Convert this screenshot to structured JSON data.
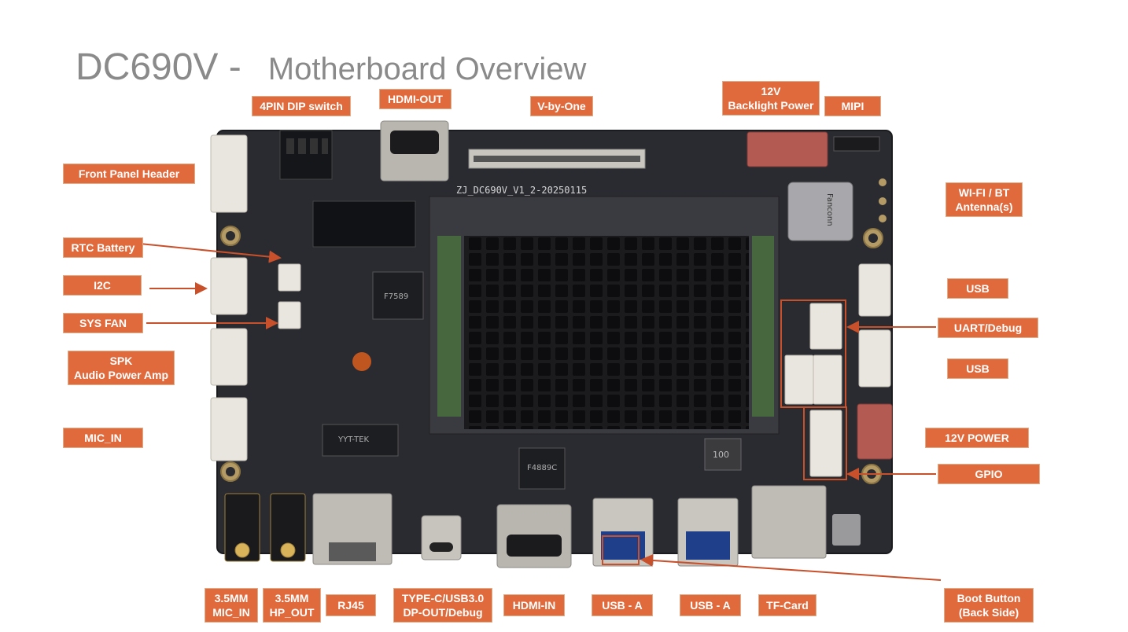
{
  "title": {
    "main": "DC690V -",
    "sub": "Motherboard Overview"
  },
  "board": {
    "silk_model": "ZJ_DC690V_V1_2-20250115",
    "chip1": "F7589",
    "chip2": "F4889C",
    "net_chip": "YYT-TEK",
    "wifi_module": "Fanconn",
    "inductor": "100"
  },
  "labels": {
    "dip_switch": "4PIN DIP switch",
    "hdmi_out": "HDMI-OUT",
    "vbyone": "V-by-One",
    "backlight_l1": "12V",
    "backlight_l2": "Backlight Power",
    "mipi": "MIPI",
    "front_panel": "Front Panel Header",
    "wifi_l1": "WI-FI / BT",
    "wifi_l2": "Antenna(s)",
    "rtc": "RTC Battery",
    "i2c": "I2C",
    "usb_top": "USB",
    "sys_fan": "SYS FAN",
    "uart": "UART/Debug",
    "spk_l1": "SPK",
    "spk_l2": "Audio Power Amp",
    "usb_mid": "USB",
    "mic_in": "MIC_IN",
    "power12": "12V POWER",
    "gpio": "GPIO",
    "mic35_l1": "3.5MM",
    "mic35_l2": "MIC_IN",
    "hp35_l1": "3.5MM",
    "hp35_l2": "HP_OUT",
    "rj45": "RJ45",
    "typec_l1": "TYPE-C/USB3.0",
    "typec_l2": "DP-OUT/Debug",
    "hdmi_in": "HDMI-IN",
    "usba1": "USB - A",
    "usba2": "USB - A",
    "tfcard": "TF-Card",
    "boot_l1": "Boot Button",
    "boot_l2": "(Back Side)"
  },
  "colors": {
    "label_bg": "#e06a3c",
    "arrow": "#c8502a",
    "board": "#2a2b31",
    "title": "#8a8a8a"
  }
}
